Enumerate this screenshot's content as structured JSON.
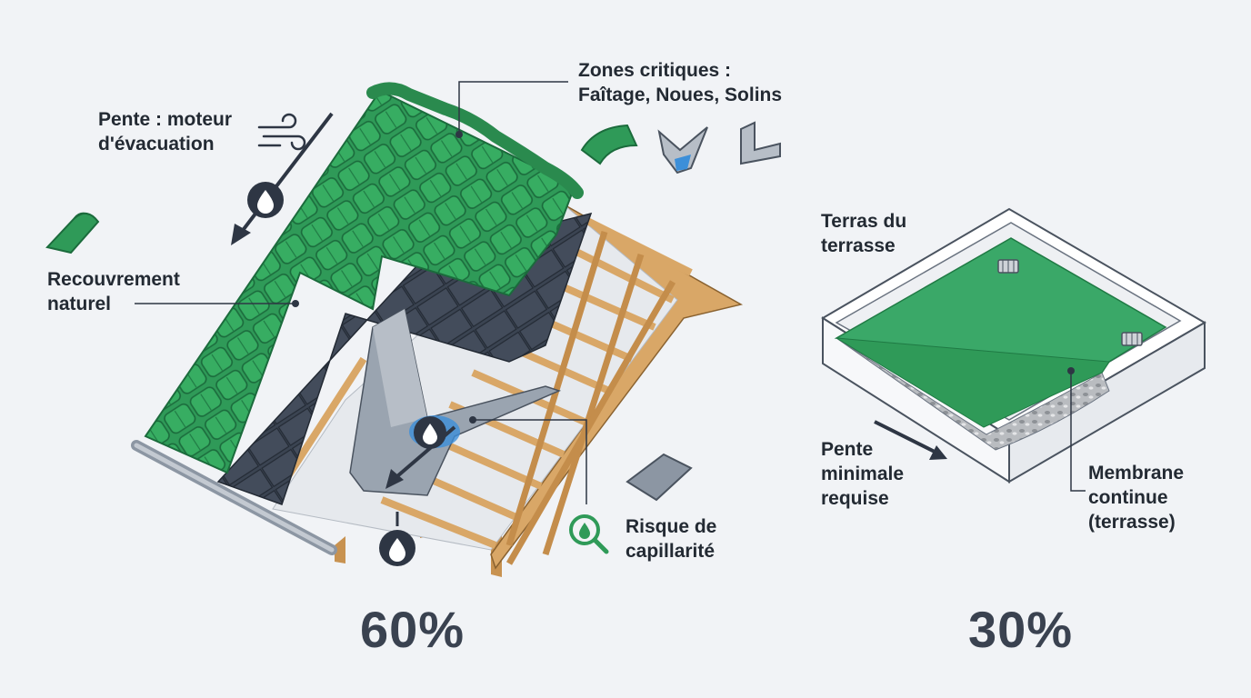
{
  "pitched_roof": {
    "label_slope": [
      "Pente : moteur",
      "d'évacuation"
    ],
    "label_overlap": [
      "Recouvrement",
      "naturel"
    ],
    "label_critical": [
      "Zones critiques :",
      "Faîtage, Noues, Solins"
    ],
    "label_capillarity": [
      "Risque de",
      "capillarité"
    ],
    "percentage": "60%",
    "icons": [
      "wind-icon",
      "water-drop-icon",
      "magnifier-drop-icon",
      "ridge-tile-icon",
      "valley-flashing-icon",
      "step-flashing-icon"
    ]
  },
  "flat_roof": {
    "label_terrace": [
      "Terras du",
      "terrasse"
    ],
    "label_slope": [
      "Pente",
      "minimale",
      "requise"
    ],
    "label_membrane": [
      "Membrane",
      "continue",
      "(terrasse)"
    ],
    "percentage": "30%"
  },
  "colors": {
    "tile_green": "#2f9a58",
    "tile_dark": "#1f7a44",
    "underlay": "#3b4452",
    "timber": "#d9a767",
    "membrane": "#3aa868",
    "icon_dark": "#2e3644",
    "accent_blue": "#3c8fd9"
  }
}
